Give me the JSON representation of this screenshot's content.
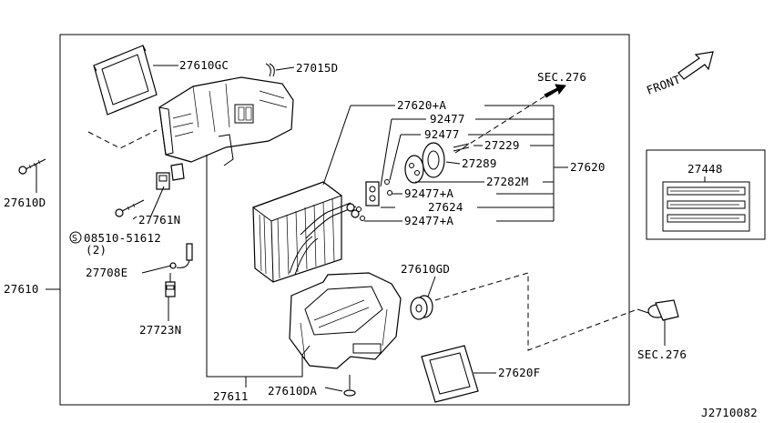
{
  "diagram": {
    "labels": {
      "p27610GC": "27610GC",
      "p27015D": "27015D",
      "p27610D": "27610D",
      "p27761N": "27761N",
      "s08510": "08510-51612",
      "s08510_qty": "(2)",
      "s_mark": "S",
      "p27610": "27610",
      "p27708E": "27708E",
      "p27723N": "27723N",
      "p27611": "27611",
      "p27610DA": "27610DA",
      "p27620A": "27620+A",
      "p92477a": "92477",
      "p92477b": "92477",
      "p27229": "27229",
      "p27289": "27289",
      "p27620": "27620",
      "p27282M": "27282M",
      "p92477Ac": "92477+A",
      "p27624": "27624",
      "p92477Ad": "92477+A",
      "p27610GD": "27610GD",
      "p27620F": "27620F",
      "sec276a": "SEC.276",
      "sec276b": "SEC.276",
      "front": "FRONT",
      "p27448": "27448",
      "ref": "J2710082"
    }
  }
}
